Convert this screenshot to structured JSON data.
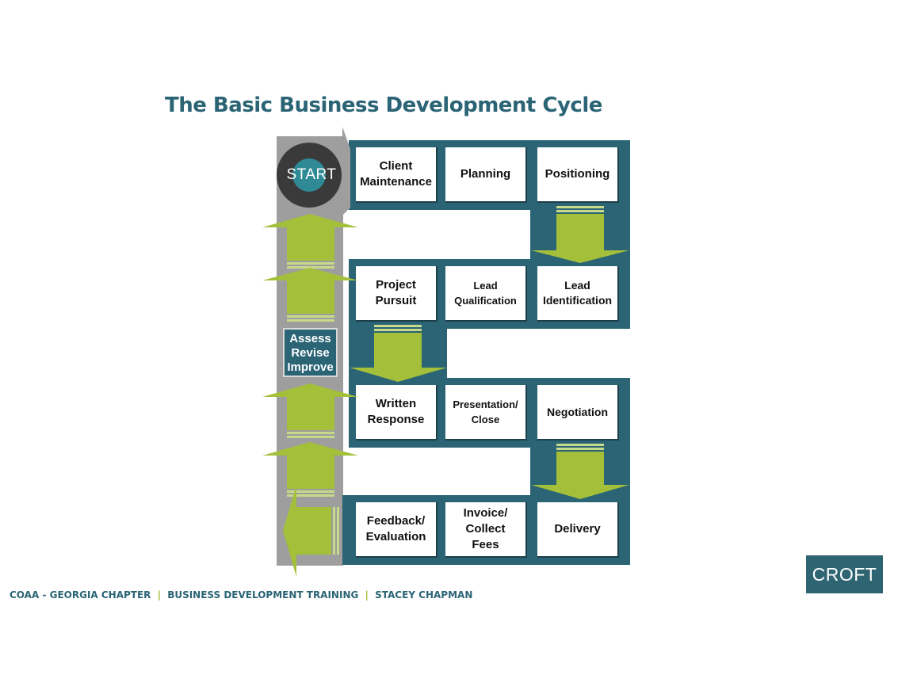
{
  "title": "The Basic Business Development Cycle",
  "start_label": "START",
  "assess_label": "Assess\nRevise\nImprove",
  "steps": [
    {
      "label": "Client\nMaintenance"
    },
    {
      "label": "Planning"
    },
    {
      "label": "Positioning"
    },
    {
      "label": "Project\nPursuit"
    },
    {
      "label": "Lead\nQualification"
    },
    {
      "label": "Lead\nIdentification"
    },
    {
      "label": "Written\nResponse"
    },
    {
      "label": "Presentation/\nClose"
    },
    {
      "label": "Negotiation"
    },
    {
      "label": "Feedback/\nEvaluation"
    },
    {
      "label": "Invoice/\nCollect\nFees"
    },
    {
      "label": "Delivery"
    }
  ],
  "footer": {
    "part1": "COAA - GEORGIA CHAPTER",
    "sep": "|",
    "part2": "BUSINESS DEVELOPMENT TRAINING",
    "part3": "STACEY CHAPMAN"
  },
  "logo": "CROFT",
  "colors": {
    "teal": "#2a6475",
    "green_arrow": "#a4bf3a",
    "gray_track": "#9e9e9e",
    "start_ring": "#3a3a3a",
    "start_center": "#2f8a96"
  },
  "icons": [
    "down-arrow-icon",
    "up-arrow-icon",
    "left-arrow-icon"
  ]
}
